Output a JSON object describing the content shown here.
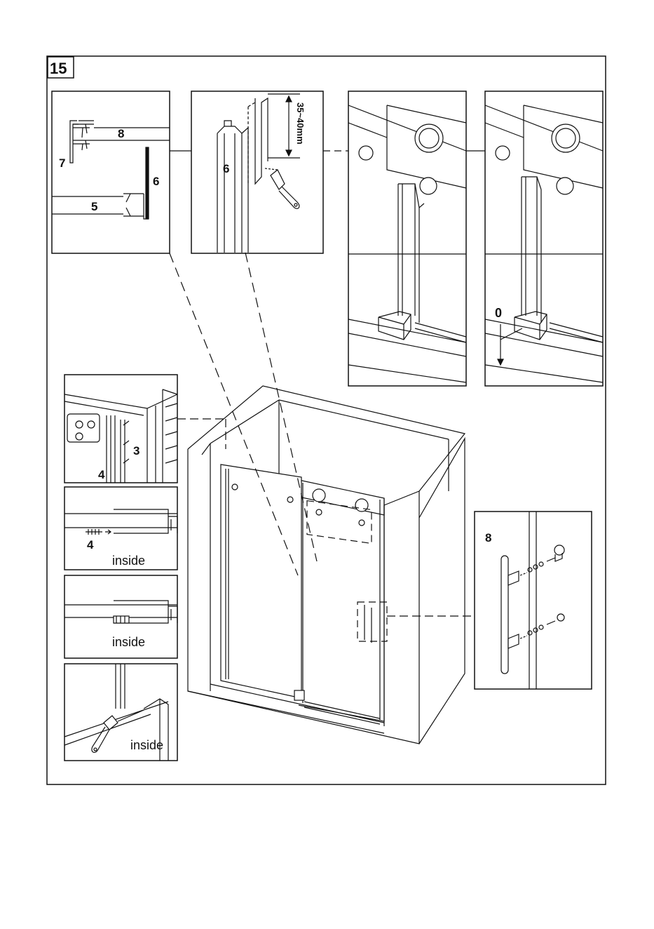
{
  "step": {
    "number": "15"
  },
  "labels": {
    "part_8": "8",
    "part_7": "7",
    "part_6": "6",
    "part_5": "5",
    "part_4": "4",
    "part_3": "3",
    "part_0": "0",
    "dimension": "35~40mm",
    "inside": "inside"
  },
  "colors": {
    "line": "#111111",
    "paper": "#ffffff",
    "glass": "#f4f4f4"
  }
}
